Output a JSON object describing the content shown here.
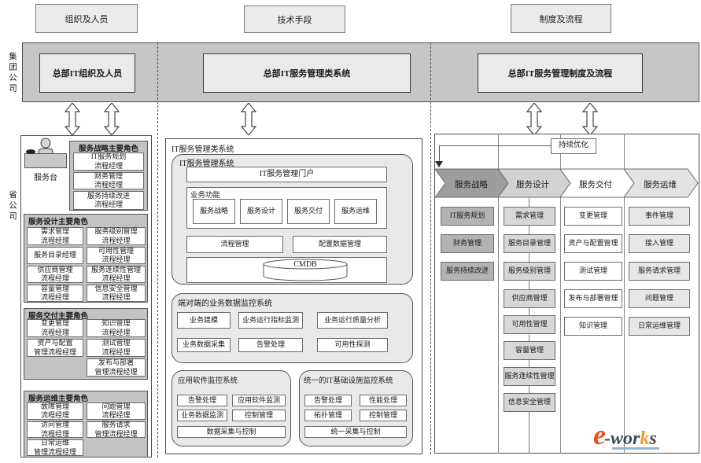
{
  "colors": {
    "band_fill": "#c6c6c6",
    "section_fill": "#c3c3c3",
    "system_fill": "#e9e9e9",
    "phase1_fill": "#9d9d9d",
    "phase2_fill": "#d2d2d2",
    "phase3_fill": "#ffffff",
    "phase4_fill": "#e3e3e3",
    "logo_orange": "#e8501e",
    "logo_amber": "#f09c1c",
    "logo_gray": "#3f4c55",
    "logo_blue": "#8fb8d8"
  },
  "top_row": {
    "org_label": "组织及人员",
    "tech_label": "技术手段",
    "proc_label": "制度及流程"
  },
  "hq_band": {
    "side_label": "集团公司",
    "org_box": "总部IT组织及人员",
    "sys_box": "总部IT服务管理类系统",
    "proc_box": "总部IT服务管理制度及流程"
  },
  "province": {
    "side_label": "省公司",
    "service_desk_label": "服务台",
    "strategy_roles": {
      "title": "服务战略主要角色",
      "items": [
        "IT服务规划\n流程经理",
        "财务管理\n流程经理",
        "服务持续改进\n流程经理"
      ]
    },
    "design_roles": {
      "title": "服务设计主要角色",
      "col1": [
        "需求管理\n流程经理",
        "服务目录经理",
        "供应商管理\n流程经理",
        "容量管理\n流程经理"
      ],
      "col2": [
        "服务级别管理\n流程经理",
        "可用性管理\n流程经理",
        "服务连续性管理\n流程经理",
        "信息安全管理\n流程经理"
      ]
    },
    "transition_roles": {
      "title": "服务交付主要角色",
      "col1": [
        "变更管理\n流程经理",
        "资产与配置\n管理流程经理"
      ],
      "col2": [
        "知识管理\n流程经理",
        "测试管理\n流程经理",
        "发布与部署\n管理流程经理"
      ]
    },
    "operation_roles": {
      "title": "服务运维主要角色",
      "col1": [
        "故障管理\n流程经理",
        "访问管理\n流程经理",
        "日常运维\n管理流程经理"
      ],
      "col2": [
        "问题管理\n流程经理",
        "服务请求\n管理流程经理"
      ]
    }
  },
  "systems": {
    "panel_title": "IT服务管理类系统",
    "itsm": {
      "title": "IT服务管理系统",
      "portal": "IT服务管理门户",
      "functions_title": "业务功能",
      "functions": [
        "服务战略",
        "服务设计",
        "服务交付",
        "服务运维"
      ],
      "process_mgmt": "流程管理",
      "config_mgmt": "配置数据管理",
      "cmdb": "CMDB"
    },
    "e2e": {
      "title": "端对端的业务数据监控系统",
      "row1": [
        "业务建模",
        "业务运行指标监测",
        "业务运行质量分析"
      ],
      "row2": [
        "业务数据采集",
        "告警处理",
        "可用性探测"
      ]
    },
    "app": {
      "title": "应用软件监控系统",
      "row1": [
        "告警处理",
        "应用软件监测"
      ],
      "row2": [
        "业务数据监测",
        "控制管理"
      ],
      "row3": "数据采集与控制"
    },
    "infra": {
      "title": "统一的IT基础设施监控系统",
      "row1": [
        "告警处理",
        "性能处理"
      ],
      "row2": [
        "拓扑管理",
        "控制管理"
      ],
      "row3": "统一采集与控制"
    }
  },
  "lifecycle": {
    "optimize_label": "持续优化",
    "phases": [
      {
        "label": "服务战略",
        "color": "#9d9d9d",
        "items": [
          "IT服务规划",
          "财务管理",
          "服务持续改进"
        ]
      },
      {
        "label": "服务设计",
        "color": "#d2d2d2",
        "items": [
          "需求管理",
          "服务目录管理",
          "服务级别管理",
          "供应商管理",
          "可用性管理",
          "容量管理",
          "服务连续性管理",
          "信息安全管理"
        ]
      },
      {
        "label": "服务交付",
        "color": "#ffffff",
        "items": [
          "变更管理",
          "资产与配置管理",
          "测试管理",
          "发布与部署管理",
          "知识管理"
        ]
      },
      {
        "label": "服务运维",
        "color": "#e3e3e3",
        "items": [
          "事件管理",
          "接入管理",
          "服务请求管理",
          "问题管理",
          "日常运维管理"
        ]
      }
    ]
  },
  "logo": {
    "e": "e",
    "wor": "-wor",
    "k": "k",
    "s": "s"
  }
}
